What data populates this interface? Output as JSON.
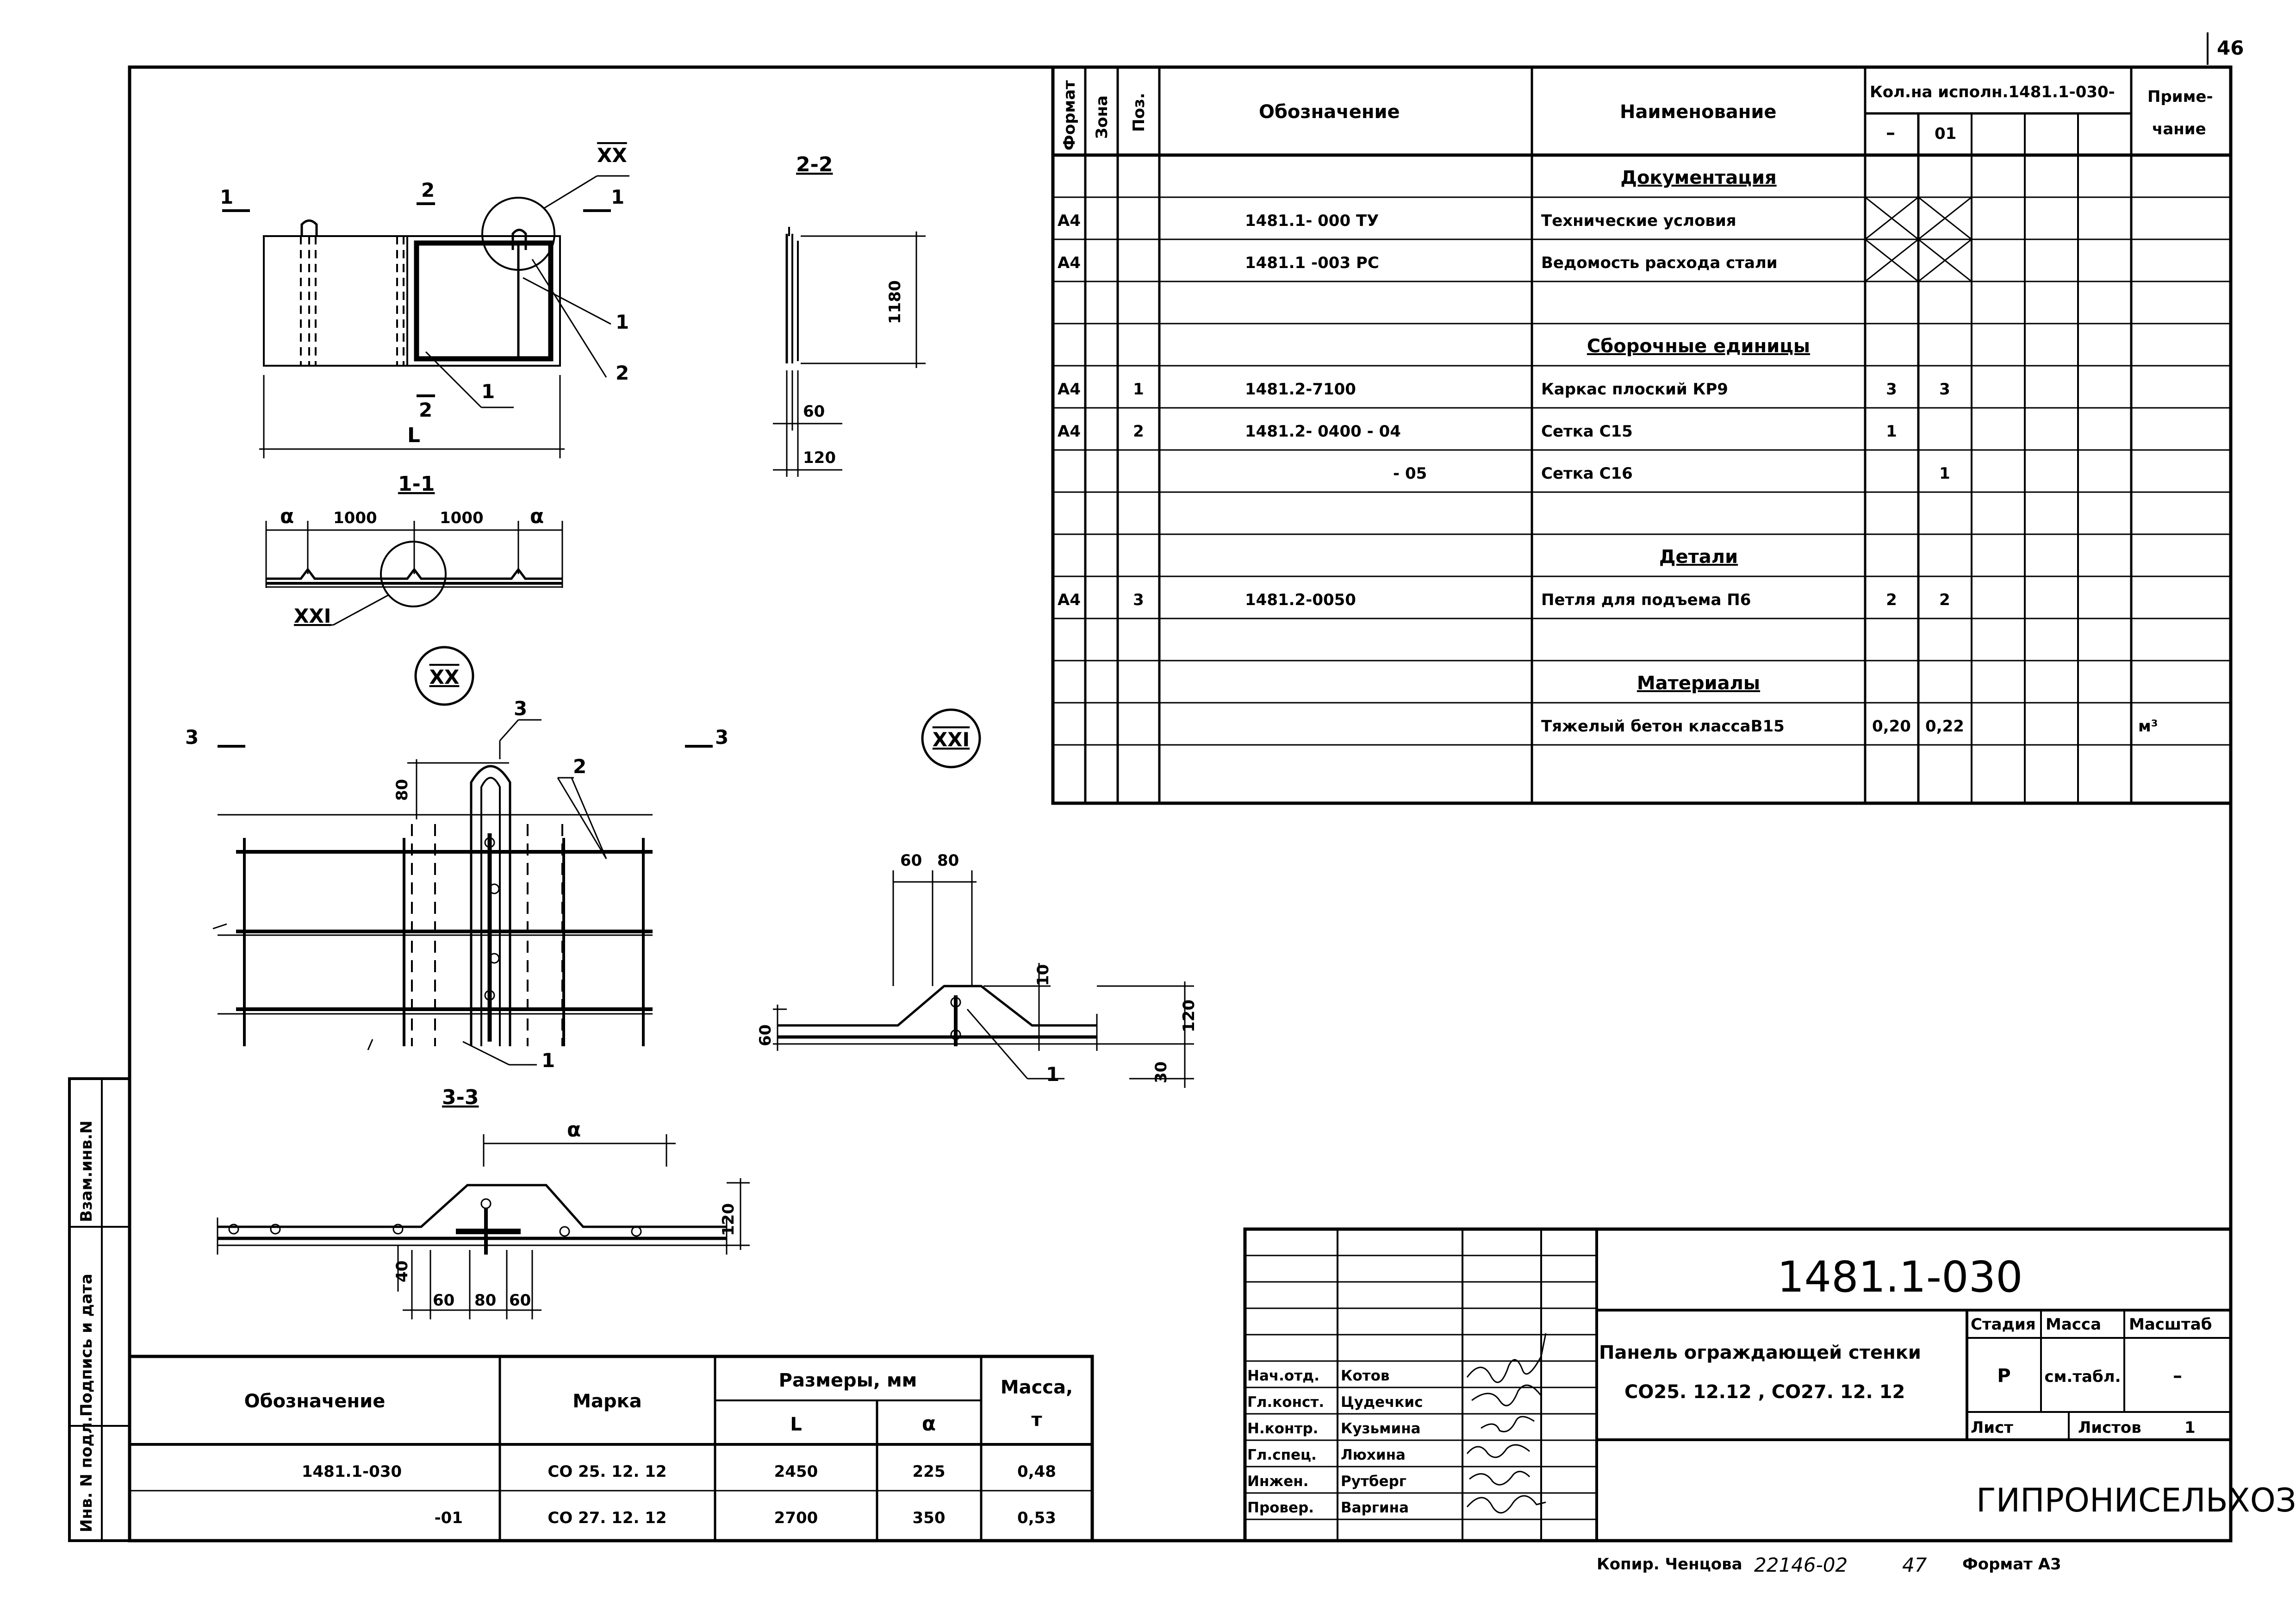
{
  "sheet_number": "46",
  "views": {
    "view_1_1": "1-1",
    "view_2_2": "2-2",
    "view_3_3": "3-3",
    "node_xx": "XX",
    "node_xxi": "XXI",
    "cut_1": "1",
    "cut_2": "2",
    "cut_3": "3",
    "dim_L": "L",
    "dim_a": "α",
    "dim_1000": "1000",
    "dim_1180": "1180",
    "dim_60": "60",
    "dim_80": "80",
    "dim_120": "120",
    "dim_10": "10",
    "dim_30": "30",
    "dim_40": "40",
    "pos_1": "1",
    "pos_2": "2",
    "pos_3": "3"
  },
  "spec": {
    "headers": {
      "format": "Формат",
      "zone": "Зона",
      "pos": "Поз.",
      "designation": "Обозначение",
      "name": "Наименование",
      "qty": "Кол.на исполн.1481.1-030-",
      "qty_base": "–",
      "qty_01": "01",
      "note": "Приме-\nчание",
      "note_1": "Приме-",
      "note_2": "чание"
    },
    "rows": [
      {
        "format": "",
        "pos": "",
        "designation": "",
        "name": "Документация",
        "is_section": true,
        "q0": "",
        "q1": "",
        "note": ""
      },
      {
        "format": "А4",
        "pos": "",
        "designation": "1481.1- 000 ТУ",
        "name": "Технические условия",
        "is_section": false,
        "q0": "",
        "q1": "",
        "note": ""
      },
      {
        "format": "А4",
        "pos": "",
        "designation": "1481.1 -003 РС",
        "name": "Ведомость расхода стали",
        "is_section": false,
        "q0": "",
        "q1": "",
        "note": ""
      },
      {
        "format": "",
        "pos": "",
        "designation": "",
        "name": "",
        "is_section": false,
        "q0": "",
        "q1": "",
        "note": ""
      },
      {
        "format": "",
        "pos": "",
        "designation": "",
        "name": "Сборочные единицы",
        "is_section": true,
        "q0": "",
        "q1": "",
        "note": ""
      },
      {
        "format": "А4",
        "pos": "1",
        "designation": "1481.2-7100",
        "name": "Каркас плоский КР9",
        "is_section": false,
        "q0": "3",
        "q1": "3",
        "note": ""
      },
      {
        "format": "А4",
        "pos": "2",
        "designation": "1481.2- 0400 - 04",
        "name": "Сетка С15",
        "is_section": false,
        "q0": "1",
        "q1": "",
        "note": ""
      },
      {
        "format": "",
        "pos": "",
        "designation": "- 05",
        "name": "Сетка С16",
        "is_section": false,
        "q0": "",
        "q1": "1",
        "note": ""
      },
      {
        "format": "",
        "pos": "",
        "designation": "",
        "name": "",
        "is_section": false,
        "q0": "",
        "q1": "",
        "note": ""
      },
      {
        "format": "",
        "pos": "",
        "designation": "",
        "name": "Детали",
        "is_section": true,
        "q0": "",
        "q1": "",
        "note": ""
      },
      {
        "format": "А4",
        "pos": "3",
        "designation": "1481.2-0050",
        "name": "Петля для подъема П6",
        "is_section": false,
        "q0": "2",
        "q1": "2",
        "note": ""
      },
      {
        "format": "",
        "pos": "",
        "designation": "",
        "name": "",
        "is_section": false,
        "q0": "",
        "q1": "",
        "note": ""
      },
      {
        "format": "",
        "pos": "",
        "designation": "",
        "name": "Материалы",
        "is_section": true,
        "q0": "",
        "q1": "",
        "note": ""
      },
      {
        "format": "",
        "pos": "",
        "designation": "",
        "name": "Тяжелый бетон классаВ15",
        "is_section": false,
        "q0": "0,20",
        "q1": "0,22",
        "note": "м³"
      },
      {
        "format": "",
        "pos": "",
        "designation": "",
        "name": "",
        "is_section": false,
        "q0": "",
        "q1": "",
        "note": ""
      }
    ]
  },
  "variants": {
    "headers": {
      "designation": "Обозначение",
      "mark": "Марка",
      "dims": "Размеры, мм",
      "L": "L",
      "a": "α",
      "mass": "Масса,",
      "mass_unit": "т"
    },
    "rows": [
      {
        "designation": "1481.1-030",
        "mark": "СО 25. 12. 12",
        "L": "2450",
        "a": "225",
        "mass": "0,48"
      },
      {
        "designation": "-01",
        "mark": "СО 27. 12. 12",
        "L": "2700",
        "a": "350",
        "mass": "0,53"
      }
    ]
  },
  "title_block": {
    "code": "1481.1-030",
    "title_line1": "Панель ограждающей стенки",
    "title_line2": "СО25. 12.12 , СО27. 12. 12",
    "stage_label": "Стадия",
    "mass_label": "Масса",
    "scale_label": "Масштаб",
    "stage": "Р",
    "mass": "см.табл.",
    "scale": "–",
    "sheet_label": "Лист",
    "sheets_label": "Листов",
    "sheets_value": "1",
    "org": "ГИПРОНИСЕЛЬХОЗ",
    "signers": [
      {
        "role": "Нач.отд.",
        "name": "Котов"
      },
      {
        "role": "Гл.конст.",
        "name": "Цудечкис"
      },
      {
        "role": "Н.контр.",
        "name": "Кузьмина"
      },
      {
        "role": "Гл.спец.",
        "name": "Люхина"
      },
      {
        "role": "Инжен.",
        "name": "Рутберг"
      },
      {
        "role": "Провер.",
        "name": "Варгина"
      }
    ]
  },
  "side_stamp": {
    "inv_podl": "Инв. N подл.",
    "sign_date": "Подпись и дата",
    "vzam": "Взам.инв.N"
  },
  "footer": {
    "copy": "Копир. Ченцова",
    "number": "22146-02",
    "page": "47",
    "format": "Формат А3"
  }
}
